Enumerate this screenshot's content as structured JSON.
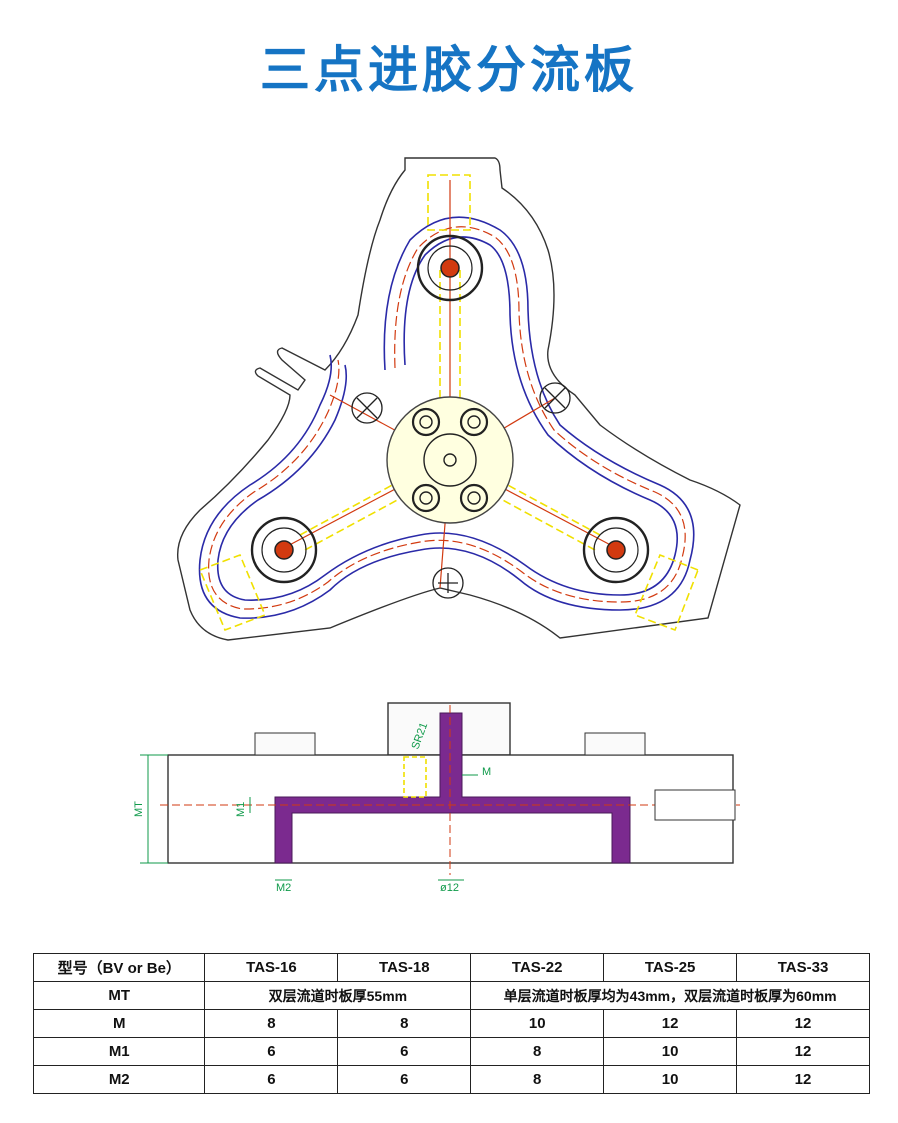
{
  "title": "三点进胶分流板",
  "colors": {
    "title": "#1574c4",
    "outline": "#333333",
    "runner_outer": "#2a2aa8",
    "runner_center": "#d23a10",
    "hidden_lines": "#f0e000",
    "flow_channel": "#7b2a8f",
    "dimension": "#0f9a4a"
  },
  "section_labels": {
    "sr": "SR21",
    "m": "M",
    "mt": "MT",
    "m1": "M1",
    "m2": "M2",
    "dia": "ø12"
  },
  "table": {
    "headers": [
      "型号（BV or Be）",
      "TAS-16",
      "TAS-18",
      "TAS-22",
      "TAS-25",
      "TAS-33"
    ],
    "rows": [
      {
        "label": "MT",
        "span_a": "双层流道时板厚55mm",
        "span_b": "单层流道时板厚均为43mm，双层流道时板厚为60mm"
      },
      {
        "label": "M",
        "values": [
          "8",
          "8",
          "10",
          "12",
          "12"
        ]
      },
      {
        "label": "M1",
        "values": [
          "6",
          "6",
          "8",
          "10",
          "12"
        ]
      },
      {
        "label": "M2",
        "values": [
          "6",
          "6",
          "8",
          "10",
          "12"
        ]
      }
    ]
  }
}
